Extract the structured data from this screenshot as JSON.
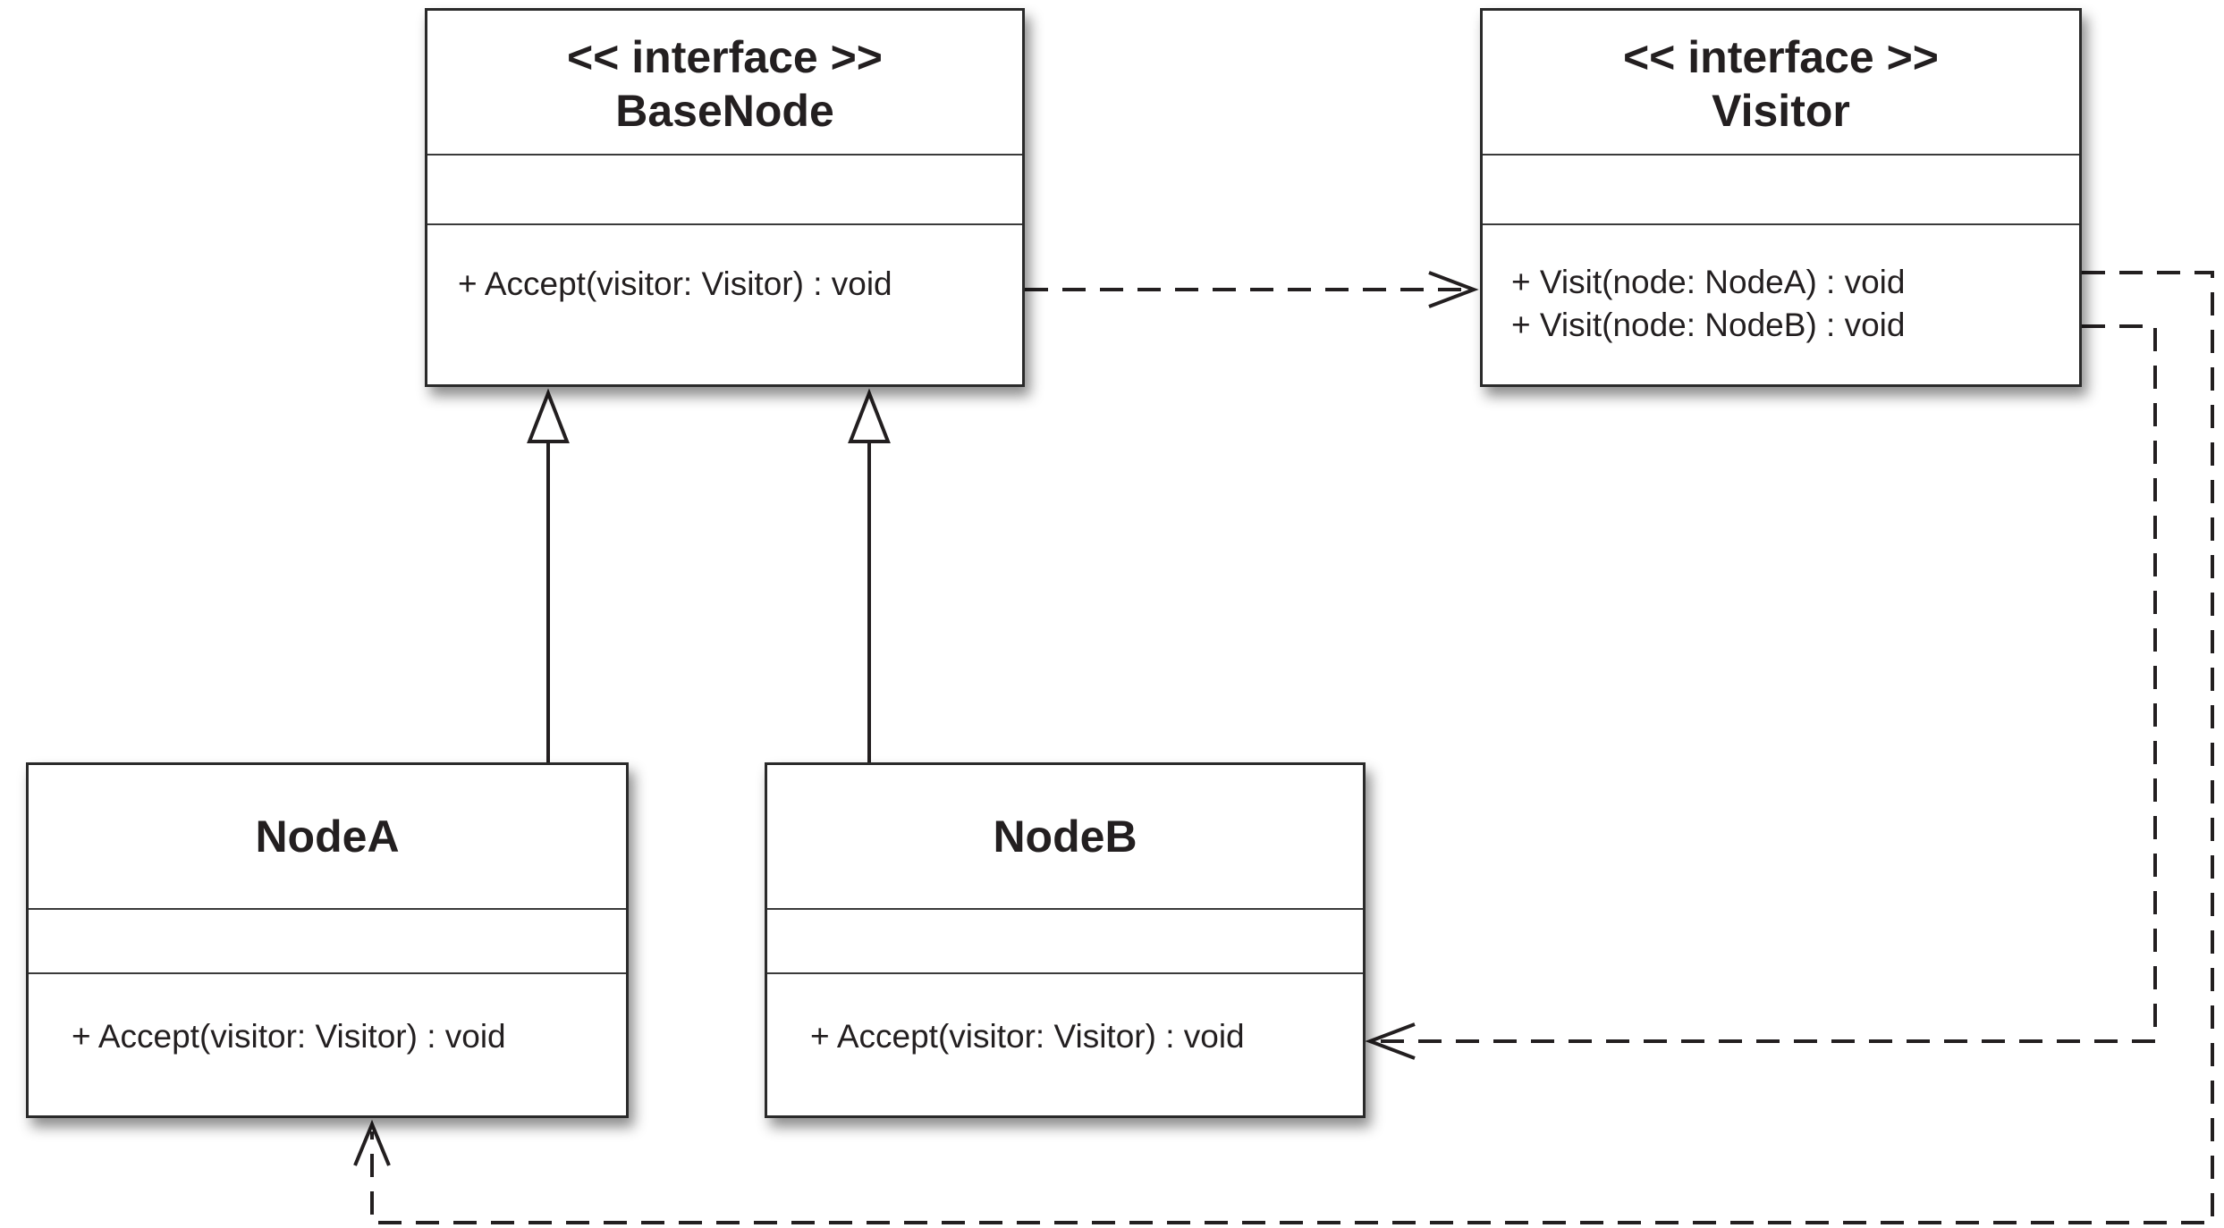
{
  "diagram": {
    "classes": [
      {
        "id": "basenode",
        "stereotype": "<< interface >>",
        "name": "BaseNode",
        "operations": [
          "+ Accept(visitor: Visitor) : void"
        ]
      },
      {
        "id": "visitor",
        "stereotype": "<< interface >>",
        "name": "Visitor",
        "operations": [
          "+ Visit(node: NodeA) : void",
          "+ Visit(node: NodeB) : void"
        ]
      },
      {
        "id": "nodea",
        "name": "NodeA",
        "operations": [
          "+ Accept(visitor: Visitor) : void"
        ]
      },
      {
        "id": "nodeb",
        "name": "NodeB",
        "operations": [
          "+ Accept(visitor: Visitor) : void"
        ]
      }
    ],
    "relations": [
      {
        "type": "realization",
        "from": "NodeA",
        "to": "BaseNode"
      },
      {
        "type": "realization",
        "from": "NodeB",
        "to": "BaseNode"
      },
      {
        "type": "dependency",
        "from": "BaseNode.Accept",
        "to": "Visitor"
      },
      {
        "type": "dependency",
        "from": "Visitor.Visit(NodeA)",
        "to": "NodeA"
      },
      {
        "type": "dependency",
        "from": "Visitor.Visit(NodeB)",
        "to": "NodeB"
      }
    ]
  },
  "colors": {
    "line": "#231f20",
    "box_border": "#2a2a2a",
    "background": "#ffffff"
  }
}
